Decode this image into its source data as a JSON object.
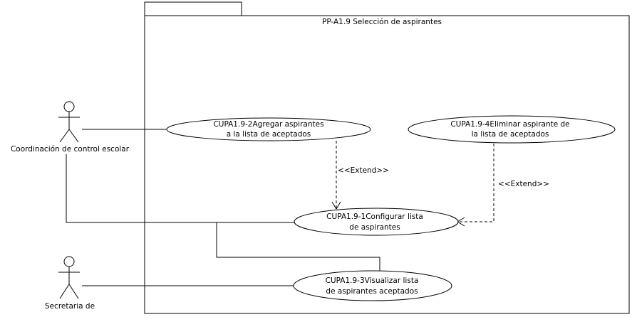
{
  "package": {
    "title": "PP-A1.9 Selección de aspirantes"
  },
  "actors": {
    "coordinacion": {
      "label": "Coordinación de control escolar"
    },
    "secretaria": {
      "label": "Secretaria de"
    }
  },
  "use_cases": {
    "agregar": {
      "line1": "CUPA1.9-2Agregar aspirantes",
      "line2": "a la lista de aceptados"
    },
    "eliminar": {
      "line1": "CUPA1.9-4Eliminar aspirante de",
      "line2": "la lista de aceptados"
    },
    "configurar": {
      "line1": "CUPA1.9-1Configurar lista",
      "line2": "de aspirantes"
    },
    "visualizar": {
      "line1": "CUPA1.9-3Visualizar lista",
      "line2": "de aspirantes aceptados"
    }
  },
  "relations": {
    "extend_agregar": {
      "label": "<<Extend>>"
    },
    "extend_eliminar": {
      "label": "<<Extend>>"
    }
  }
}
